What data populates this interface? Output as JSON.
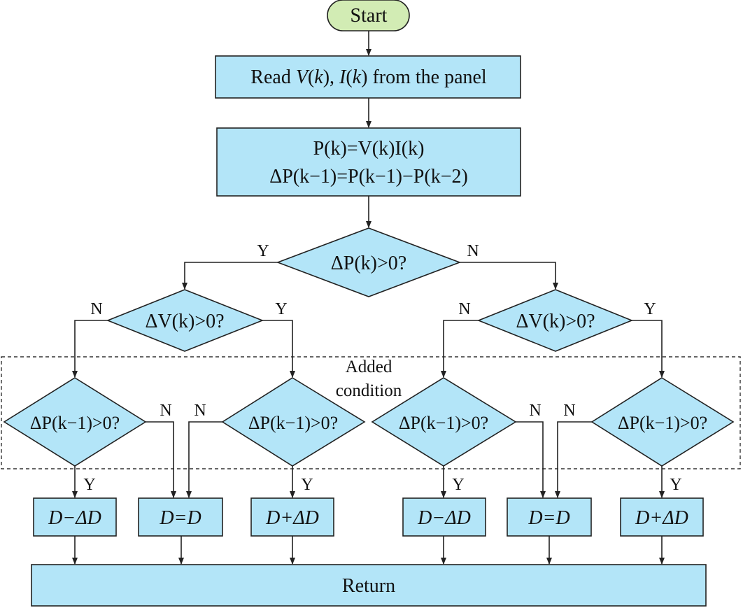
{
  "nodes": {
    "start": "Start",
    "read": {
      "prefix": "Read ",
      "v": "V",
      "k1": "k",
      "mid": ", ",
      "i": "I",
      "k2": "k",
      "suffix": " from the panel"
    },
    "calc_line1": "P(k)=V(k)I(k)",
    "calc_line2": "ΔP(k−1)=P(k−1)−P(k−2)",
    "decision_dp": "ΔP(k)>0?",
    "decision_dv_left": "ΔV(k)>0?",
    "decision_dv_right": "ΔV(k)>0?",
    "decision_dp1_1": "ΔP(k−1)>0?",
    "decision_dp1_2": "ΔP(k−1)>0?",
    "decision_dp1_3": "ΔP(k−1)>0?",
    "decision_dp1_4": "ΔP(k−1)>0?",
    "action_1": "D−ΔD",
    "action_2": "D=D",
    "action_3": "D+ΔD",
    "action_4": "D−ΔD",
    "action_5": "D=D",
    "action_6": "D+ΔD",
    "return": "Return"
  },
  "region": {
    "line1": "Added",
    "line2": "condition"
  },
  "edge_labels": {
    "dp_yes": "Y",
    "dp_no": "N",
    "dvl_no": "N",
    "dvl_yes": "Y",
    "dvr_no": "N",
    "dvr_yes": "Y",
    "d1_no": "N",
    "d2_no": "N",
    "d3_no": "N",
    "d4_no": "N",
    "d1_yes": "Y",
    "d2_yes": "Y",
    "d3_yes": "Y",
    "d4_yes": "Y"
  },
  "colors": {
    "process": "#b3e5f8",
    "start": "#d2ecb4",
    "line": "#222222"
  }
}
